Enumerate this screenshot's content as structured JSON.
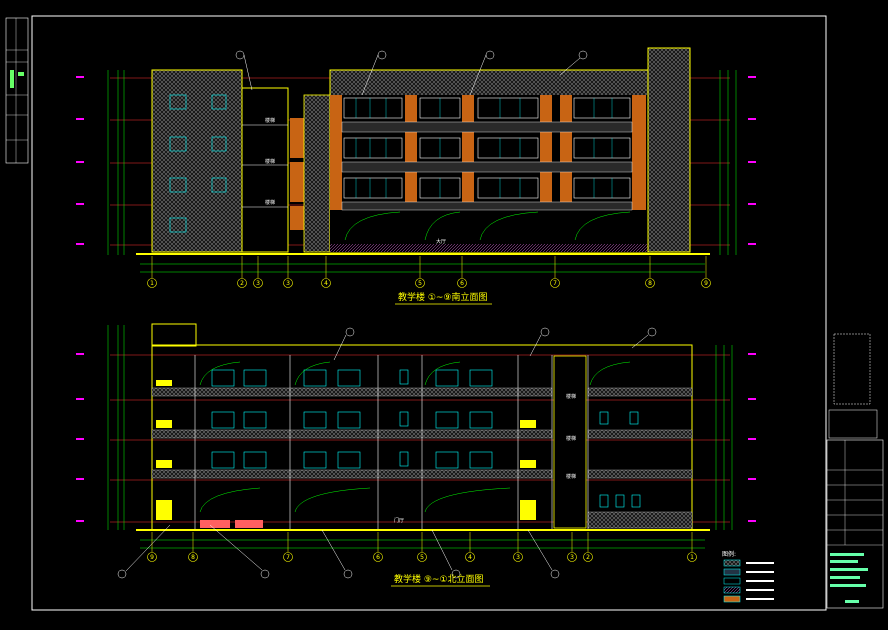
{
  "drawing": {
    "elevation_1_title": "教学楼 ①~⑨南立面图",
    "elevation_2_title": "教学楼 ⑨~①北立面图",
    "legend_title": "图例:"
  },
  "colors": {
    "background": "#000000",
    "frame": "#ffffff",
    "outline": "#ffff00",
    "orange": "#c86414",
    "glass": "#00ffff",
    "level_line": "#ff3030",
    "dimension": "#00ff00",
    "magenta": "#ff00ff"
  },
  "elevation_1": {
    "axis_labels": [
      "1",
      "2",
      "3",
      "3",
      "4",
      "5",
      "6",
      "7",
      "8",
      "9"
    ],
    "room_labels": [
      "楼梯",
      "楼梯",
      "楼梯",
      "大厅"
    ]
  },
  "elevation_2": {
    "axis_labels": [
      "9",
      "8",
      "7",
      "6",
      "5",
      "4",
      "3",
      "3",
      "2",
      "1"
    ],
    "room_labels": [
      "楼梯",
      "楼梯",
      "楼梯",
      "门厅"
    ]
  }
}
